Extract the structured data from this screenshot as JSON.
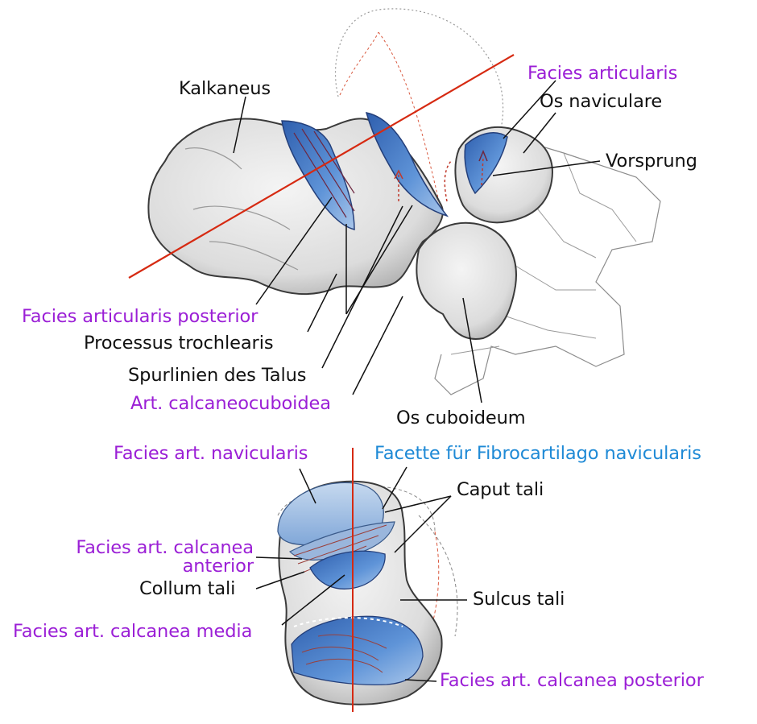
{
  "colors": {
    "highlight_purple": "#9b1fd6",
    "highlight_blue": "#1f8ad6",
    "text_black": "#111111",
    "axis_red": "#d62a12",
    "bone_fill": "#e4e4e4",
    "cartilage_blue": "#4c82cf"
  },
  "top_view": {
    "labels": {
      "kalkaneus": "Kalkaneus",
      "facies_articularis": "Facies articularis",
      "os_naviculare": "Os naviculare",
      "vorsprung": "Vorsprung",
      "facies_articularis_posterior": "Facies articularis posterior",
      "processus_trochlearis": "Processus trochlearis",
      "spurlinien_des_talus": "Spurlinien des Talus",
      "art_calcaneocuboidea": "Art. calcaneocuboidea",
      "os_cuboideum": "Os cuboideum"
    }
  },
  "bottom_view": {
    "labels": {
      "facies_art_navicularis": "Facies art. navicularis",
      "facette_fibrocartilago": "Facette für Fibrocartilago navicularis",
      "caput_tali": "Caput tali",
      "facies_art_calcanea_anterior_line1": "Facies art. calcanea",
      "facies_art_calcanea_anterior_line2": "anterior",
      "collum_tali": "Collum tali",
      "sulcus_tali": "Sulcus tali",
      "facies_art_calcanea_media": "Facies art. calcanea media",
      "facies_art_calcanea_posterior": "Facies art. calcanea posterior"
    }
  }
}
